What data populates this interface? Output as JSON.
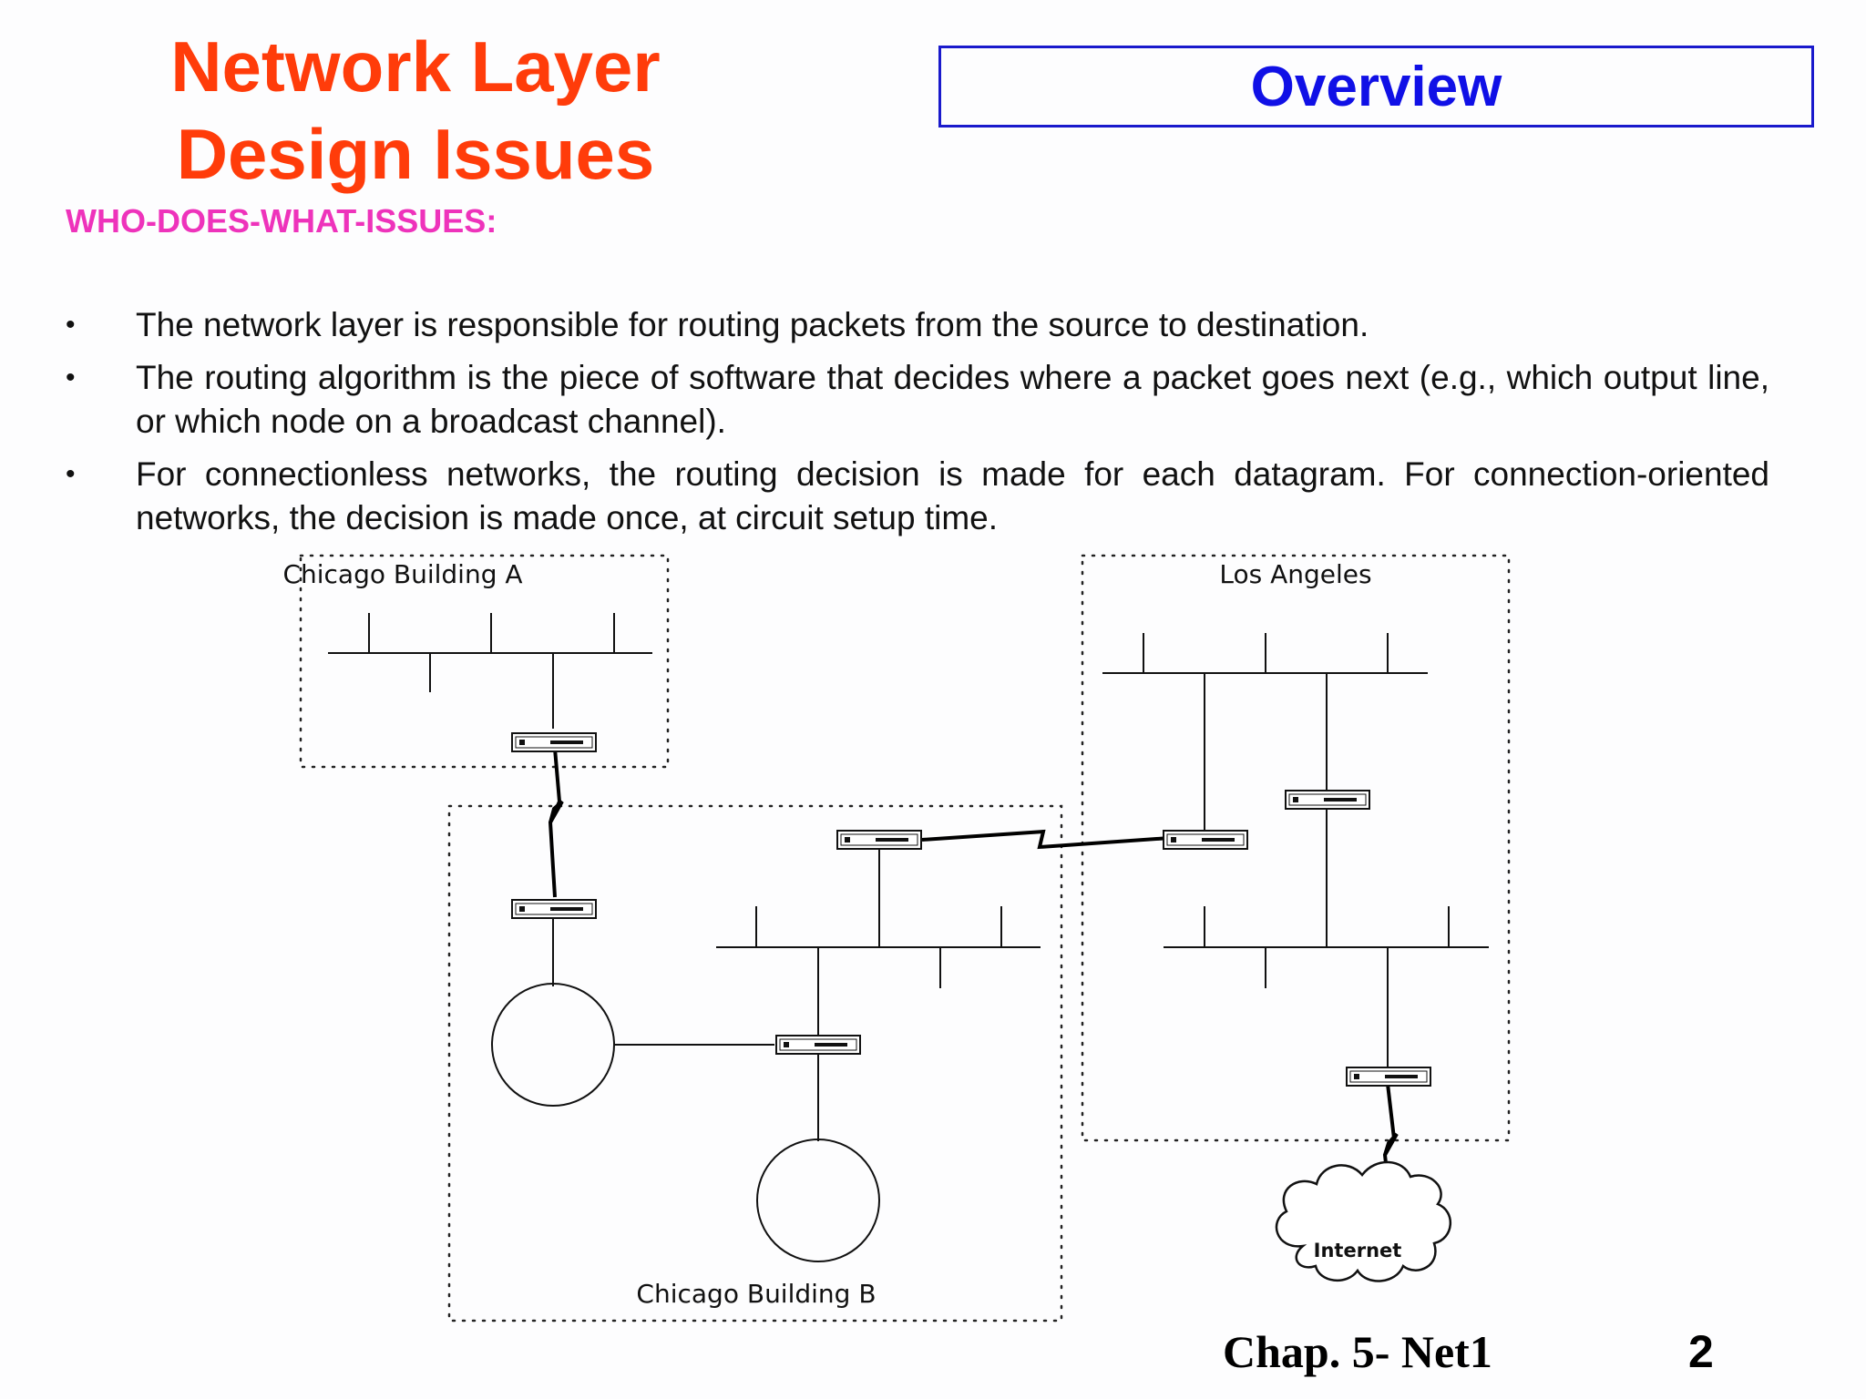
{
  "header": {
    "title_line1": "Network Layer",
    "title_line2": "Design Issues",
    "overview_label": "Overview"
  },
  "subheading": "WHO-DOES-WHAT-ISSUES:",
  "bullets": [
    "The network layer is responsible for routing packets from the source to destination.",
    "The routing algorithm is the piece of software that decides where a packet goes next (e.g., which output line, or which node on a broadcast channel).",
    "For connectionless networks, the routing decision is made for each datagram. For connection-oriented networks, the decision is made once, at circuit setup time."
  ],
  "bullet_glyph": "•",
  "diagram": {
    "chicago_a_label": "Chicago Building A",
    "los_angeles_label": "Los Angeles",
    "chicago_b_label": "Chicago Building B",
    "internet_label": "Internet"
  },
  "footer": {
    "chapter": "Chap. 5- Net1",
    "page": "2"
  },
  "colors": {
    "title": "#ff3c0a",
    "overview": "#1010e6",
    "subheading": "#ee33bb"
  }
}
